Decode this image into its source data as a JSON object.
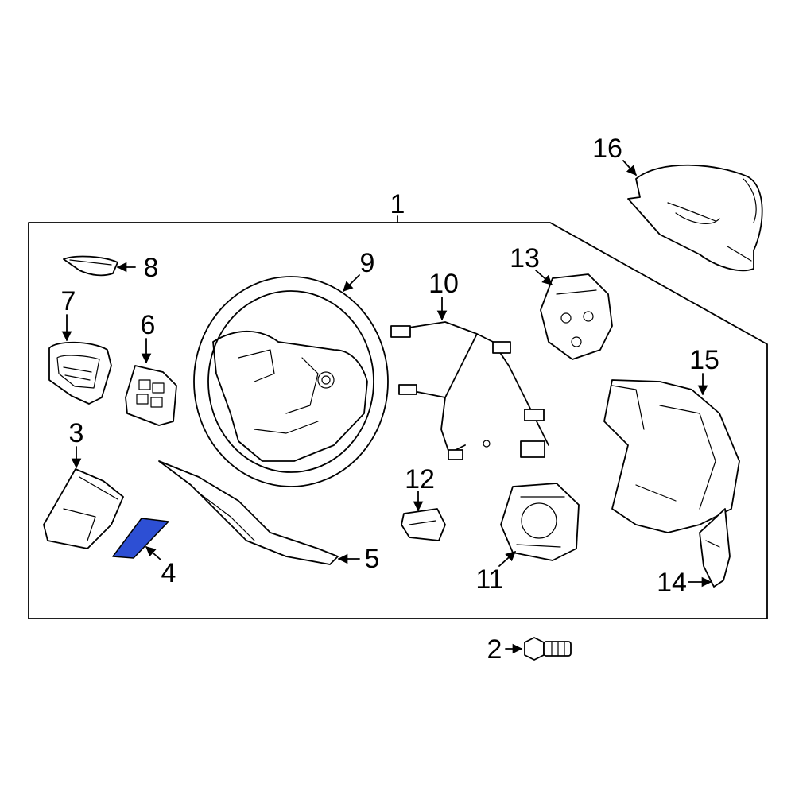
{
  "callouts": [
    {
      "id": "1",
      "label": "1"
    },
    {
      "id": "2",
      "label": "2"
    },
    {
      "id": "3",
      "label": "3"
    },
    {
      "id": "4",
      "label": "4"
    },
    {
      "id": "5",
      "label": "5"
    },
    {
      "id": "6",
      "label": "6"
    },
    {
      "id": "7",
      "label": "7"
    },
    {
      "id": "8",
      "label": "8"
    },
    {
      "id": "9",
      "label": "9"
    },
    {
      "id": "10",
      "label": "10"
    },
    {
      "id": "11",
      "label": "11"
    },
    {
      "id": "12",
      "label": "12"
    },
    {
      "id": "13",
      "label": "13"
    },
    {
      "id": "14",
      "label": "14"
    },
    {
      "id": "15",
      "label": "15"
    },
    {
      "id": "16",
      "label": "16"
    }
  ],
  "highlight": {
    "part": "4",
    "color": "#2d4fd4"
  },
  "colors": {
    "line": "#000000",
    "background": "#ffffff"
  }
}
